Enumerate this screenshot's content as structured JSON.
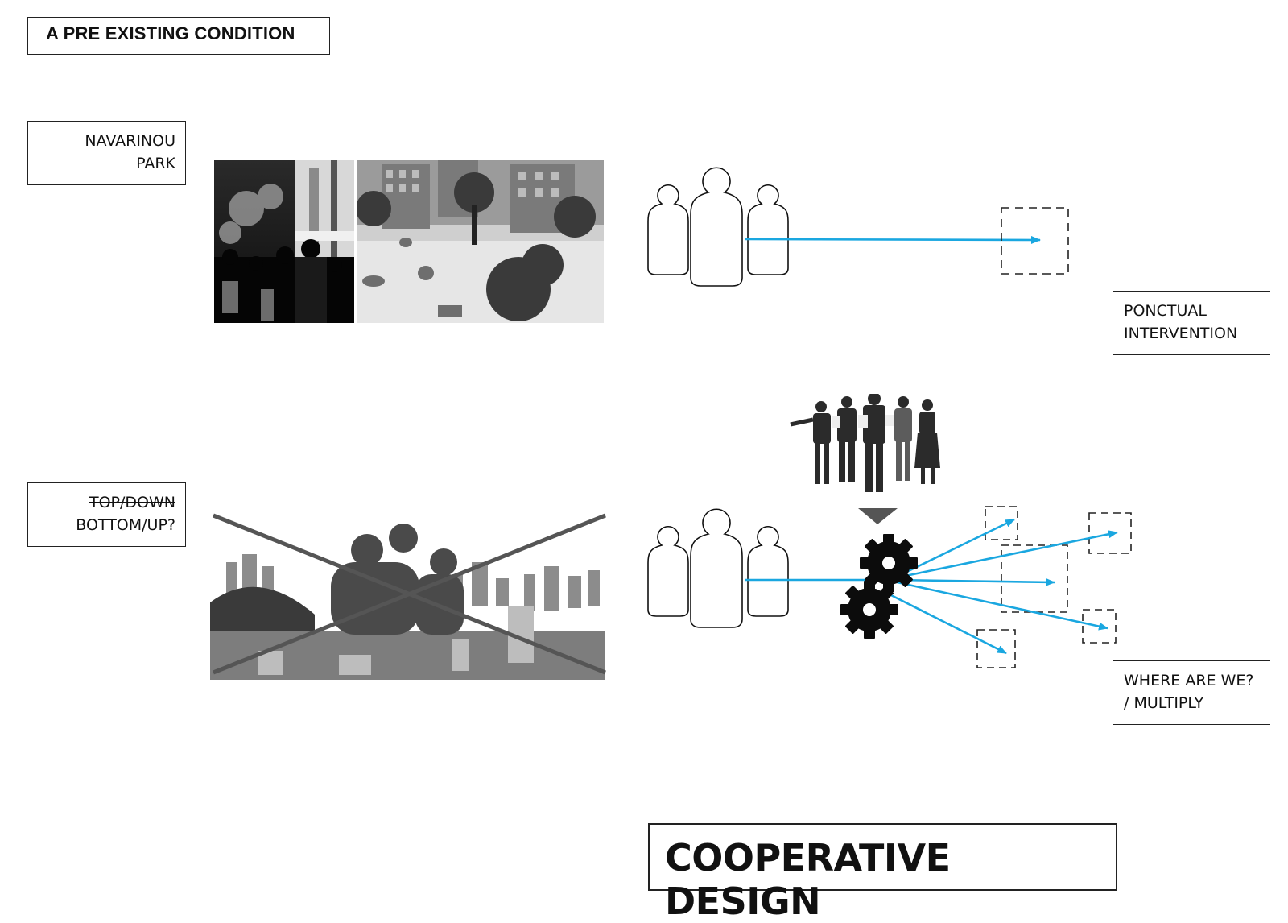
{
  "header": {
    "title": "A PRE EXISTING CONDITION"
  },
  "labels": {
    "park_line1": "NAVARINOU",
    "park_line2": "PARK",
    "topdown_struck": "TOP/DOWN",
    "bottomup": "BOTTOM/UP?",
    "ponctual_line1": "PONCTUAL",
    "ponctual_line2": "INTERVENTION",
    "where_line1": "WHERE ARE WE?",
    "where_line2": "/ MULTIPLY"
  },
  "footer": {
    "title": "COOPERATIVE DESIGN"
  },
  "colors": {
    "arrow": "#1aa7e0",
    "ink": "#111111",
    "cross": "#555555"
  },
  "icons": [
    "person-silhouette-icon",
    "gear-icon",
    "down-triangle-icon",
    "dashed-square-icon",
    "arrow-icon"
  ]
}
